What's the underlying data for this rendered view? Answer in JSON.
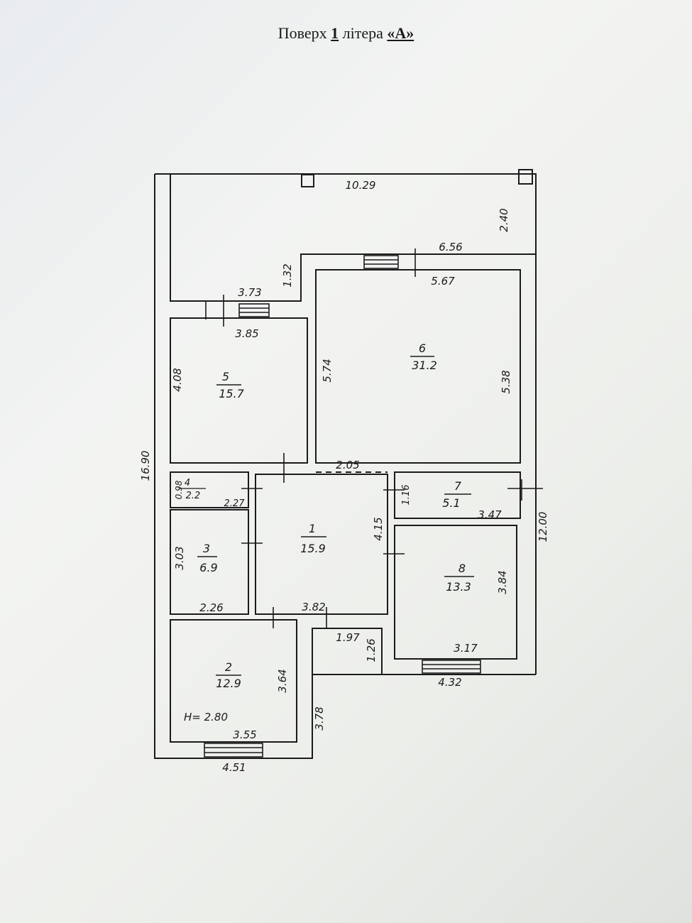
{
  "title": {
    "prefix": "Поверх ",
    "floor": "1",
    "middle": " літера ",
    "letter": "«А»"
  },
  "rooms": [
    {
      "id": "1",
      "area": "15.9"
    },
    {
      "id": "2",
      "area": "12.9"
    },
    {
      "id": "3",
      "area": "6.9"
    },
    {
      "id": "4",
      "area": "2.2"
    },
    {
      "id": "5",
      "area": "15.7"
    },
    {
      "id": "6",
      "area": "31.2"
    },
    {
      "id": "7",
      "area": "5.1"
    },
    {
      "id": "8",
      "area": "13.3"
    }
  ],
  "dimensions": {
    "top_terrace_width": "10.29",
    "terrace_right_depth": "2.40",
    "room6_top_outer": "6.56",
    "room6_top_inner": "5.67",
    "terrace_step": "1.32",
    "room5_top_outer": "3.73",
    "room5_top_inner": "3.85",
    "room5_height": "4.08",
    "room6_left": "5.74",
    "room6_right": "5.38",
    "total_height": "16.90",
    "hall_top": "2.05",
    "room4_height": "0.98",
    "room4_width": "2.27",
    "room7_height": "1.16",
    "room7_width": "3.47",
    "hall_height": "4.15",
    "right_height": "12.00",
    "room3_height": "3.03",
    "room3_width": "2.26",
    "hall_bottom": "3.82",
    "room8_height": "3.84",
    "vestibule_width": "1.97",
    "vestibule_depth": "1.26",
    "room8_width": "3.17",
    "bottom_right_width": "4.32",
    "room2_height": "3.64",
    "ceiling_height": "H= 2.80",
    "step_depth": "3.78",
    "room2_width": "3.55",
    "bottom_left_width": "4.51"
  }
}
